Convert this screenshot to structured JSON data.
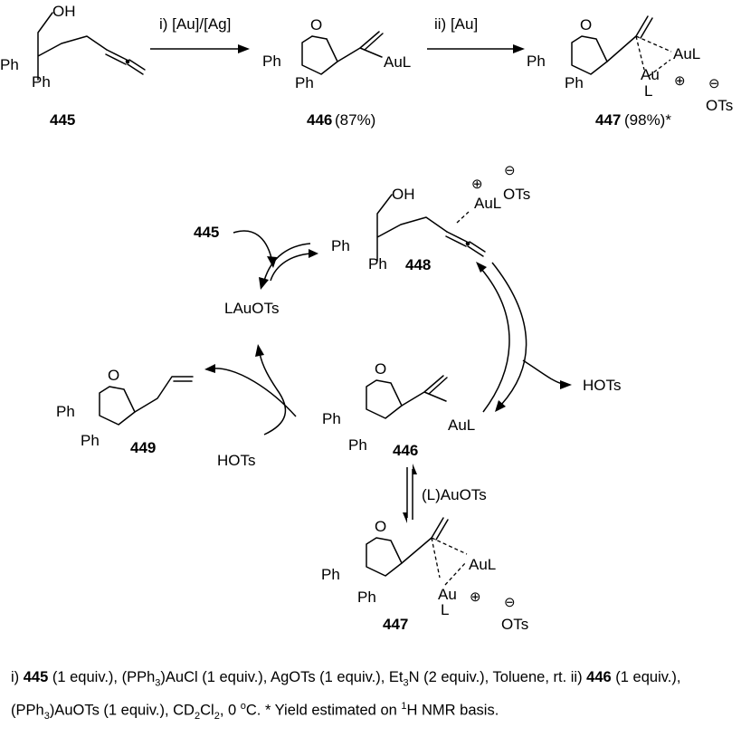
{
  "compounds": {
    "c445": "445",
    "c446": "446",
    "c447": "447",
    "c448": "448",
    "c449": "449"
  },
  "atoms": {
    "oh": "OH",
    "o": "O",
    "ph": "Ph",
    "aul": "AuL",
    "au": "Au",
    "l": "L",
    "ots": "OTs",
    "plus": "⊕",
    "minus": "⊖"
  },
  "top_row": {
    "step1_label": "i) [Au]/[Ag]",
    "step2_label": "ii) [Au]",
    "yield_446": "(87%)",
    "yield_447": "(98%)*"
  },
  "cycle": {
    "lauots": "LAuOTs",
    "hots_out": "HOTs",
    "hots_in": "HOTs",
    "equilibrium_label": "(L)AuOTs"
  },
  "footnote": {
    "p1": "i) ",
    "b445": "445",
    "p2": " (1 equiv.), (PPh",
    "s3a": "3",
    "p3": ")AuCl (1 equiv.), AgOTs (1 equiv.), Et",
    "s3b": "3",
    "p4": "N (2 equiv.), Toluene, rt. ii) ",
    "b446": "446",
    "p5": " (1 equiv.), (PPh",
    "s3c": "3",
    "p6": ")AuOTs (1 equiv.), CD",
    "s2a": "2",
    "p7": "Cl",
    "s2b": "2",
    "p8": ", 0 ",
    "supo": "o",
    "p9": "C. * Yield estimated on ",
    "sup1": "1",
    "p10": "H NMR basis."
  }
}
